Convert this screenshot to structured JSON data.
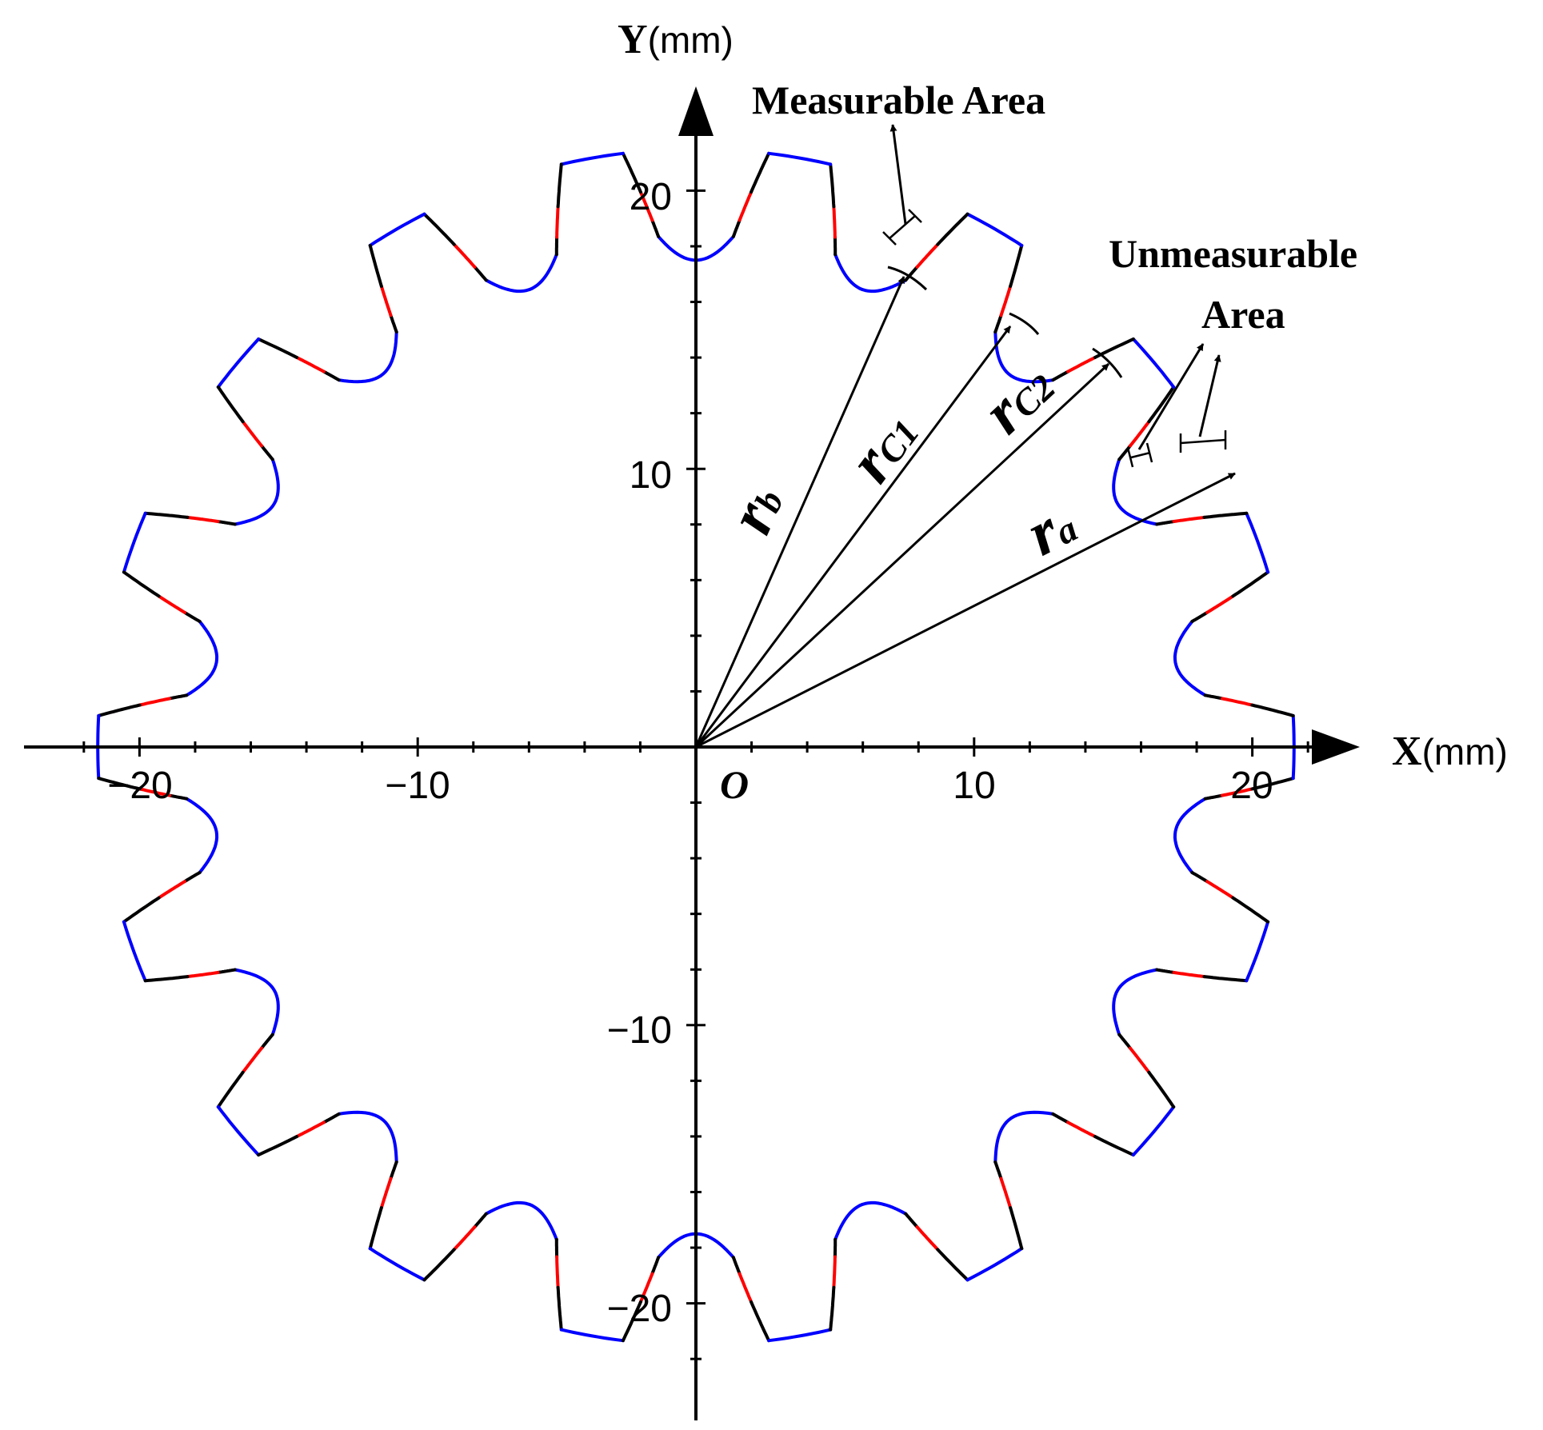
{
  "axes": {
    "x_label_main": "X",
    "x_label_unit": "(mm)",
    "y_label_main": "Y",
    "y_label_unit": "(mm)",
    "origin_label": "O",
    "x_ticks": [
      "−20",
      "−10",
      "10",
      "20"
    ],
    "y_ticks": [
      "20",
      "10",
      "−10",
      "−20"
    ]
  },
  "annotations": {
    "measurable": "Measurable Area",
    "unmeasurable_line1": "Unmeasurable",
    "unmeasurable_line2": "Area"
  },
  "radii": [
    {
      "main": "r",
      "sub": "b"
    },
    {
      "main": "r",
      "sub": "C1"
    },
    {
      "main": "r",
      "sub": "C2"
    },
    {
      "main": "r",
      "sub": "a"
    }
  ],
  "gear": {
    "teeth": 18,
    "root_radius": 17.5,
    "base_radius": 18.4,
    "c1_radius": 19.0,
    "c2_radius": 20.4,
    "tip_radius": 21.5,
    "colors": {
      "profile": "#000000",
      "fillet": "#0000ff",
      "tip": "#0000ff",
      "marked": "#ff0000"
    }
  }
}
